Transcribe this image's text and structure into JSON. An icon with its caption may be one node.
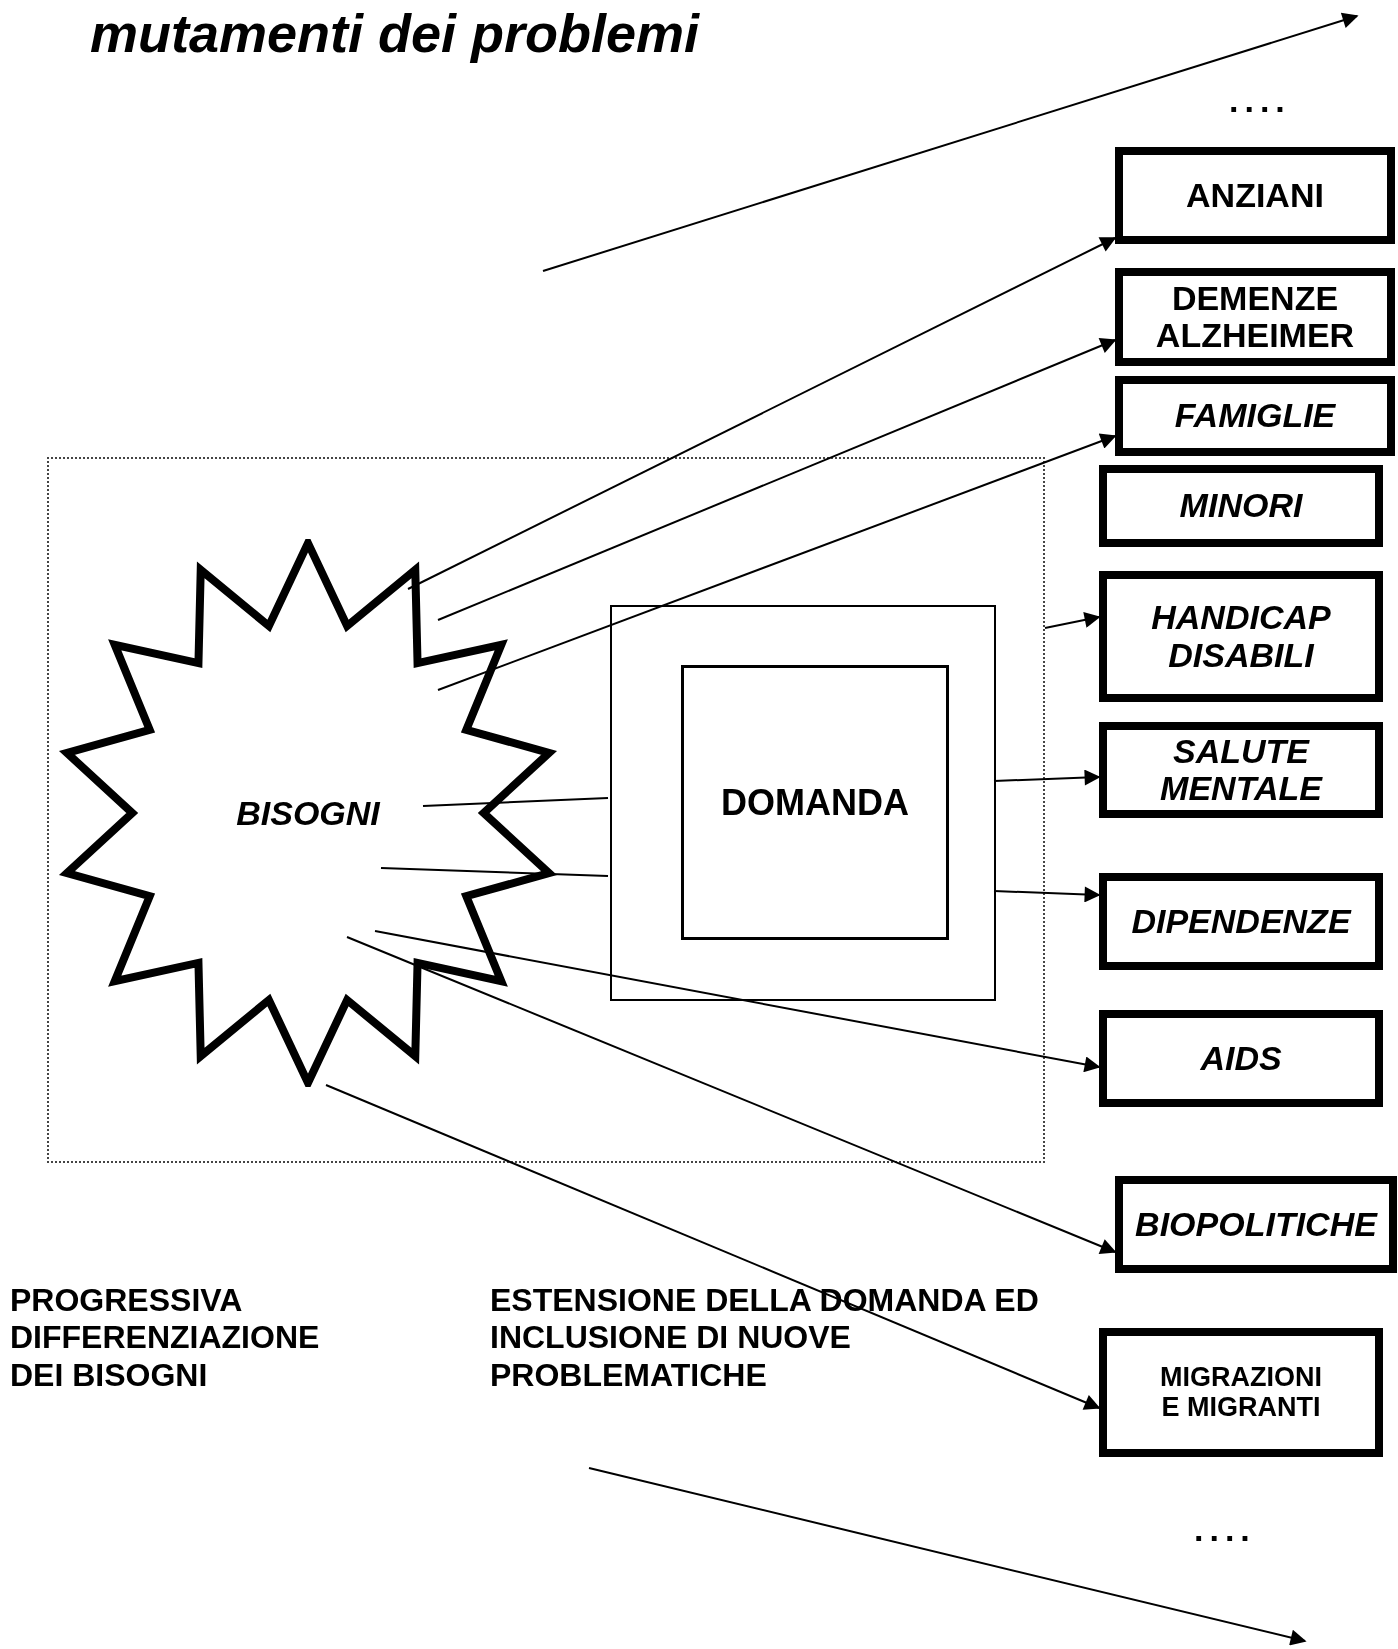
{
  "diagram": {
    "title": "mutamenti dei problemi",
    "nodes": [
      {
        "text": [
          "...."
        ]
      },
      {
        "text": [
          "ANZIANI"
        ]
      },
      {
        "text": [
          "DEMENZE ALZHEIMER"
        ]
      },
      {
        "text": [
          "FAMIGLIE"
        ]
      },
      {
        "text": [],
        "shape": "box"
      },
      {
        "text": [
          "BISOGNI"
        ],
        "in": 4
      },
      {
        "text": [],
        "shape": "box",
        "in": 4
      },
      {
        "text": [
          "DOMANDA"
        ],
        "in": 6
      },
      {
        "text": [
          "MINORI"
        ]
      },
      {
        "text": [
          "HANDICAP DISABILI"
        ]
      },
      {
        "text": [
          "SALUTE MENTALE"
        ]
      },
      {
        "text": [
          "DIPENDENZE"
        ]
      },
      {
        "text": [
          "AIDS"
        ]
      },
      {
        "text": [
          "BIOPOLITICHE"
        ]
      },
      {
        "text": [
          "MIGRAZIONI E MIGRANTI"
        ]
      },
      {
        "text": [
          "...."
        ]
      }
    ],
    "edges": [
      {
        "from": null,
        "to": 0,
        "arrow": "to"
      },
      {
        "from": 5,
        "to": 1,
        "arrow": "to"
      },
      {
        "from": 5,
        "to": 2,
        "arrow": "to"
      },
      {
        "from": 5,
        "to": 3,
        "arrow": "to"
      },
      {
        "from": 4,
        "to": 9,
        "arrow": "to"
      },
      {
        "from": 6,
        "to": 10,
        "arrow": "to"
      },
      {
        "from": 6,
        "to": 11,
        "arrow": "to"
      },
      {
        "from": 5,
        "to": 6,
        "arrow": "none"
      },
      {
        "from": 5,
        "to": 6,
        "arrow": "none"
      },
      {
        "from": 5,
        "to": 12,
        "arrow": "to"
      },
      {
        "from": 5,
        "to": 13,
        "arrow": "to"
      },
      {
        "from": 5,
        "to": 14,
        "arrow": "to"
      },
      {
        "from": null,
        "to": 15,
        "arrow": "to"
      }
    ],
    "labels": [
      "PROGRESSIVA DIFFERENZIAZIONE DEI BISOGNI",
      "ESTENSIONE DELLA DOMANDA ED INCLUSIONE DI NUOVE PROBLEMATICHE"
    ]
  }
}
